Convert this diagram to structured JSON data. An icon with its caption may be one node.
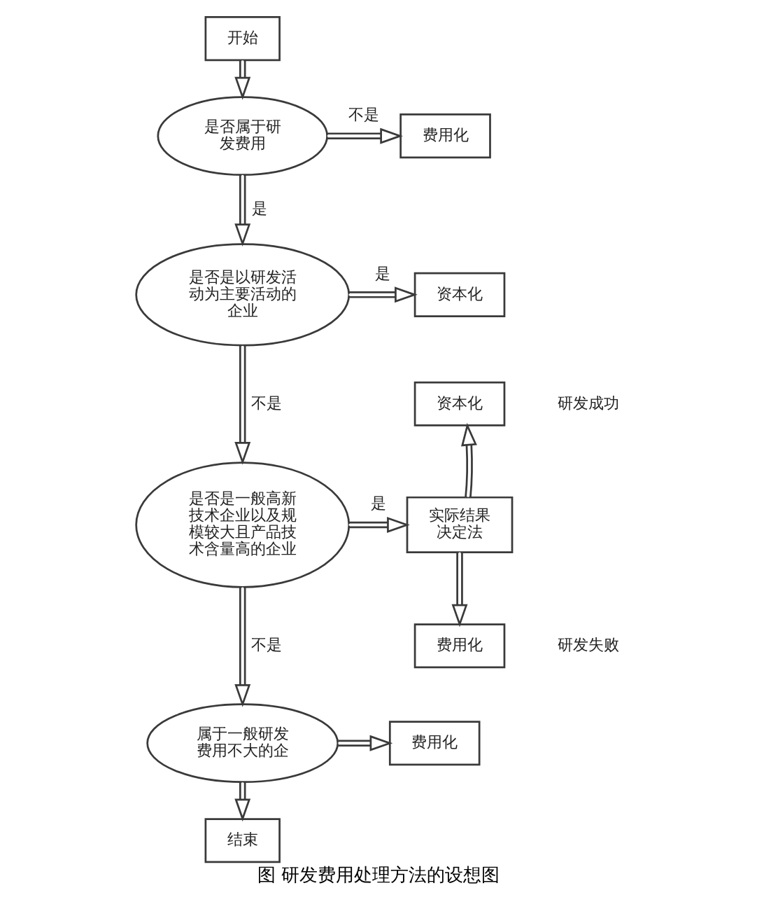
{
  "diagram": {
    "caption": "图 研发费用处理方法的设想图",
    "nodes": [
      {
        "text": [
          "开始"
        ]
      },
      {
        "text": [
          "是否属于研发费用"
        ]
      },
      {
        "text": [
          "费用化"
        ]
      },
      {
        "text": [
          "是否是以研发活动为主要活动的企业"
        ]
      },
      {
        "text": [
          "资本化"
        ]
      },
      {
        "text": [
          "是否是一般高新技术企业以及规模较大且产品技术含量高的企业"
        ]
      },
      {
        "text": [
          "资本化"
        ],
        "beside": [
          "研发成功"
        ]
      },
      {
        "text": [
          "实际结果决定法"
        ]
      },
      {
        "text": [
          "费用化"
        ],
        "beside": [
          "研发失败"
        ]
      },
      {
        "text": [
          "属于一般研发费用不大的企"
        ]
      },
      {
        "text": [
          "费用化"
        ]
      },
      {
        "text": [
          "结束"
        ]
      }
    ],
    "edges": [
      {
        "from": 0,
        "to": 1,
        "arrow": "to"
      },
      {
        "from": 1,
        "to": 2,
        "arrow": "to",
        "label": "不是"
      },
      {
        "from": 1,
        "to": 3,
        "arrow": "to",
        "label": "是"
      },
      {
        "from": 3,
        "to": 4,
        "arrow": "to",
        "label": "是"
      },
      {
        "from": 3,
        "to": 5,
        "arrow": "to",
        "label": "不是"
      },
      {
        "from": 5,
        "to": 7,
        "arrow": "to",
        "label": "是"
      },
      {
        "from": 7,
        "to": 6,
        "arrow": "to"
      },
      {
        "from": 7,
        "to": 8,
        "arrow": "to"
      },
      {
        "from": 5,
        "to": 9,
        "arrow": "to",
        "label": "不是"
      },
      {
        "from": 9,
        "to": 10,
        "arrow": "to"
      },
      {
        "from": 9,
        "to": 11,
        "arrow": "to"
      }
    ]
  }
}
